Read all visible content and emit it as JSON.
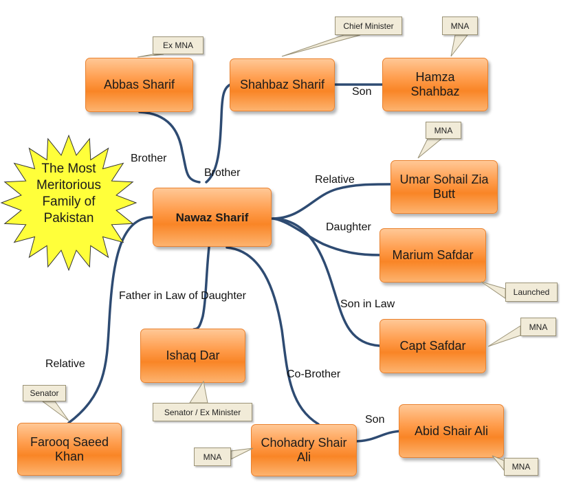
{
  "burst_text": [
    "The Most",
    "Meritorious",
    "Family of",
    "Pakistan"
  ],
  "nodes": {
    "nawaz": "Nawaz Sharif",
    "abbas": "Abbas Sharif",
    "shahbaz": "Shahbaz Sharif",
    "hamza": [
      "Hamza",
      "Shahbaz"
    ],
    "umar": [
      "Umar Sohail Zia",
      "Butt"
    ],
    "marium": "Marium Safdar",
    "safdar": "Capt Safdar",
    "ishaq": "Ishaq Dar",
    "chohadry": [
      "Chohadry Shair",
      "Ali"
    ],
    "abid": "Abid Shair Ali",
    "farooq": [
      "Farooq Saeed",
      "Khan"
    ]
  },
  "edge_labels": {
    "brother_abbas": "Brother",
    "brother_shahbaz": "Brother",
    "son_hamza": "Son",
    "relative_umar": "Relative",
    "daughter": "Daughter",
    "son_in_law": "Son in Law",
    "father_in_law": "Father in Law of Daughter",
    "co_brother": "Co-Brother",
    "son_abid": "Son",
    "relative_farooq": "Relative"
  },
  "callouts": {
    "abbas": "Ex MNA",
    "shahbaz": "Chief Minister",
    "hamza": "MNA",
    "umar": "MNA",
    "marium": "Launched",
    "safdar": "MNA",
    "ishaq": "Senator / Ex Minister",
    "chohadry": "MNA",
    "abid": "MNA",
    "farooq": "Senator"
  },
  "colors": {
    "node_fill": "#f98526",
    "connector": "#2e4b72",
    "callout_fill": "#f1ebd8",
    "burst_fill": "#ffff3a"
  }
}
